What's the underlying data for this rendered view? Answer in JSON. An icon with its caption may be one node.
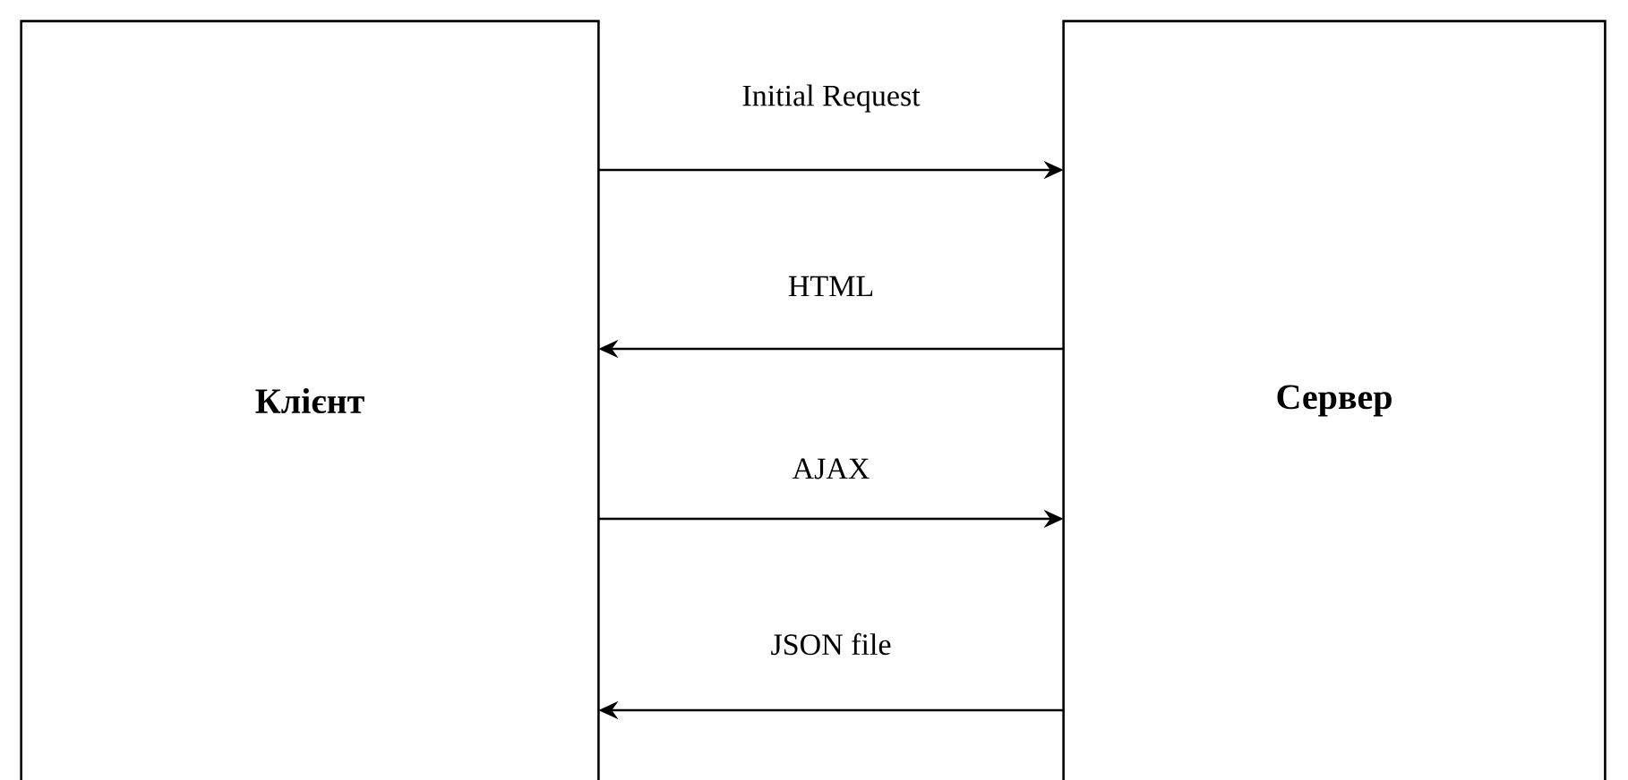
{
  "diagram": {
    "nodes": [
      {
        "text": [
          "Клієнт"
        ]
      },
      {
        "text": [
          "Сервер"
        ]
      }
    ],
    "edges": [
      {
        "from": 0,
        "to": 1,
        "arrow": "to",
        "label": "Initial Request"
      },
      {
        "from": 1,
        "to": 0,
        "arrow": "to",
        "label": "HTML"
      },
      {
        "from": 0,
        "to": 1,
        "arrow": "to",
        "label": "AJAX"
      },
      {
        "from": 1,
        "to": 0,
        "arrow": "to",
        "label": "JSON file"
      }
    ]
  }
}
